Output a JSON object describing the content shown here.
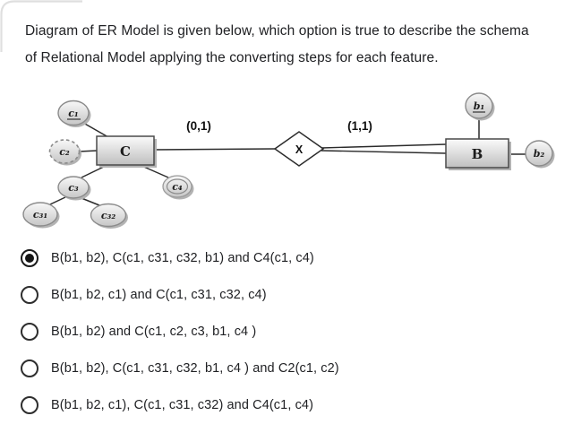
{
  "question": {
    "text_lines": [
      "Diagram of ER Model is given below, which option is true to describe the schema",
      "of Relational Model applying the converting steps for each feature."
    ]
  },
  "diagram": {
    "entities": {
      "C": {
        "label": "C"
      },
      "B": {
        "label": "B"
      }
    },
    "relationship": {
      "label": "X",
      "left_cardinality": "(0,1)",
      "right_cardinality": "(1,1)"
    },
    "attributes": {
      "c1": {
        "label": "c₁",
        "type": "key"
      },
      "c2": {
        "label": "c₂",
        "type": "derived"
      },
      "c3": {
        "label": "c₃",
        "type": "composite"
      },
      "c31": {
        "label": "c₃₁",
        "type": "simple"
      },
      "c32": {
        "label": "c₃₂",
        "type": "simple"
      },
      "c4": {
        "label": "c₄",
        "type": "multivalued"
      },
      "b1": {
        "label": "b₁",
        "type": "key"
      },
      "b2": {
        "label": "b₂",
        "type": "simple"
      }
    }
  },
  "options": [
    {
      "label": "B(b1, b2), C(c1, c31, c32, b1) and C4(c1, c4)",
      "selected": true
    },
    {
      "label": "B(b1, b2, c1) and C(c1, c31, c32, c4)",
      "selected": false
    },
    {
      "label": "B(b1, b2) and C(c1, c2, c3, b1, c4 )",
      "selected": false
    },
    {
      "label": "B(b1, b2), C(c1, c31, c32, b1, c4 ) and C2(c1, c2)",
      "selected": false
    },
    {
      "label": "B(b1, b2, c1), C(c1, c31, c32) and C4(c1, c4)",
      "selected": false
    }
  ],
  "colors": {
    "text": "#202124",
    "shape_fill_top": "#f7f7f7",
    "shape_fill_bottom": "#c6c6c6",
    "shape_border": "#5a5a5a",
    "shadow": "#b3b3b3",
    "line": "#2b2b2b",
    "card_edge": "#d9d9d9"
  }
}
